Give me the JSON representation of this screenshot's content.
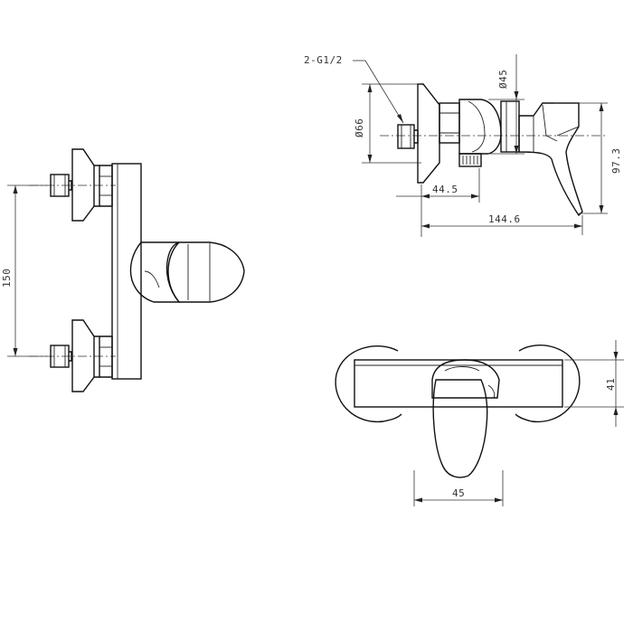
{
  "dimensions": {
    "thread_label": "2-G1/2",
    "diameter_66": "Ø66",
    "diameter_45": "Ø45",
    "height_97_3": "97.3",
    "length_44_5": "44.5",
    "length_144_6": "144.6",
    "center_distance_150": "150",
    "depth_41": "41",
    "width_45": "45"
  }
}
